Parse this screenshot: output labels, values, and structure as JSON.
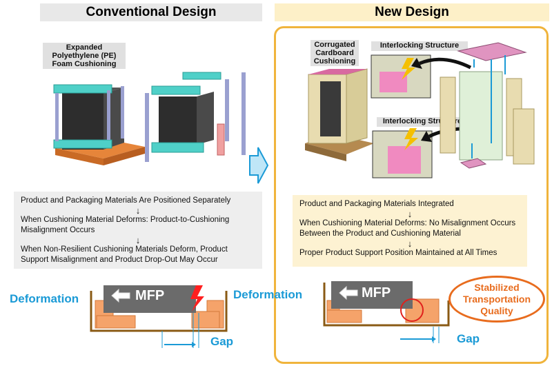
{
  "conventional": {
    "title": "Conventional Design",
    "foam_label": "Expanded Polyethylene (PE) Foam Cushioning",
    "lines": [
      "Product and Packaging Materials Are Positioned Separately",
      "↓",
      "When Cushioning Material Deforms: Product-to-Cushioning Misalignment Occurs",
      "↓",
      "When Non-Resilient Cushioning Materials Deform, Product Support Misalignment and Product Drop-Out May Occur"
    ],
    "diagram": {
      "deformation": "Deformation",
      "mfp": "MFP",
      "gap": "Gap"
    }
  },
  "new": {
    "title": "New Design",
    "cardboard_label": "Corrugated Cardboard Cushioning",
    "interlock_top": "Interlocking Structure",
    "interlock_bottom": "Interlocking Structure",
    "lines": [
      "Product and Packaging Materials Integrated",
      "↓",
      "When Cushioning Material Deforms: No Misalignment Occurs Between the Product and Cushioning Material",
      "↓",
      "Proper Product Support Position Maintained at All Times"
    ],
    "diagram": {
      "deformation": "Deformation",
      "mfp": "MFP",
      "gap": "Gap",
      "badge": "Stabilized Transportation Quality"
    }
  },
  "colors": {
    "header_gray": "#e8e8e8",
    "header_yellow": "#fdf0c8",
    "frame_orange": "#f0b43c",
    "text_box_gray": "#eeeeee",
    "text_box_yellow": "#fdf2d2",
    "label_blue": "#1a9ad6",
    "mfp_gray": "#6b6b6b",
    "cushion_orange": "#f5a36a",
    "badge_orange": "#e86c1e",
    "container_brown": "#8a5a14"
  }
}
